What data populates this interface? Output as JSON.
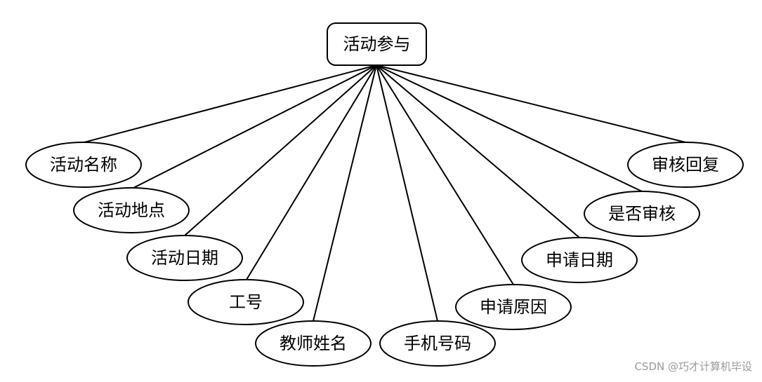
{
  "entity": {
    "label": "活动参与"
  },
  "attributes": [
    {
      "id": "activity-name",
      "label": "活动名称"
    },
    {
      "id": "activity-location",
      "label": "活动地点"
    },
    {
      "id": "activity-date",
      "label": "活动日期"
    },
    {
      "id": "employee-id",
      "label": "工号"
    },
    {
      "id": "teacher-name",
      "label": "教师姓名"
    },
    {
      "id": "phone-number",
      "label": "手机号码"
    },
    {
      "id": "apply-reason",
      "label": "申请原因"
    },
    {
      "id": "apply-date",
      "label": "申请日期"
    },
    {
      "id": "is-reviewed",
      "label": "是否审核"
    },
    {
      "id": "review-reply",
      "label": "审核回复"
    }
  ],
  "watermark": "CSDN @巧才计算机毕设",
  "colors": {
    "stroke": "#000000",
    "background": "#ffffff",
    "watermark": "#9a9a9a"
  }
}
